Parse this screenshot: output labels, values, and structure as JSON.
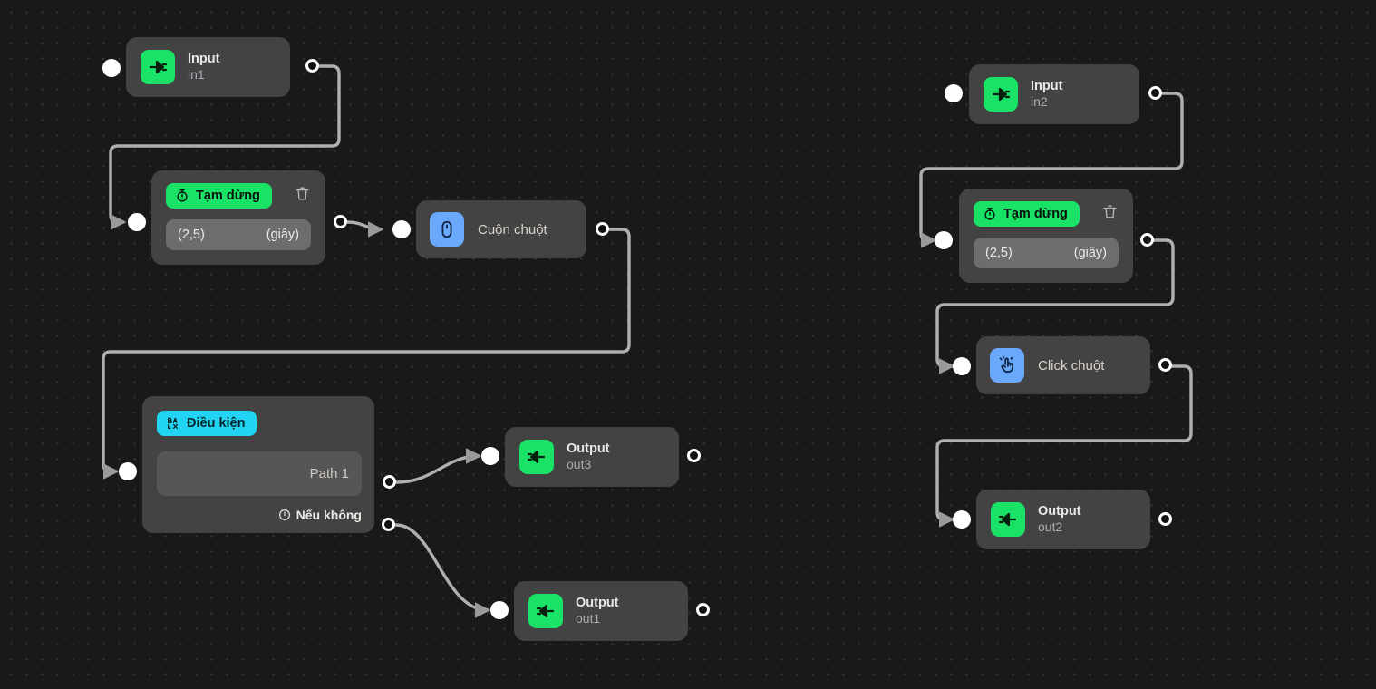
{
  "canvas": {
    "background_color": "#191919",
    "dot_color": "#3a3a3a",
    "edge_color": "#b0b0b0"
  },
  "palette": {
    "node_bg": "#434343",
    "green": "#19e266",
    "cyan": "#21d4f3",
    "blue": "#6aa8fb",
    "field_bg": "#6d6d6d",
    "title": "#e8e8e8",
    "subtitle": "#a9adb3"
  },
  "nodes": {
    "input_in1": {
      "title": "Input",
      "subtitle": "in1",
      "icon": "input-plug-icon"
    },
    "input_in2": {
      "title": "Input",
      "subtitle": "in2",
      "icon": "input-plug-icon"
    },
    "pause_left": {
      "badge_label": "Tạm dừng",
      "badge_icon": "stopwatch-icon",
      "delete_icon": "trash-icon",
      "value": "(2,5)",
      "unit": "(giây)"
    },
    "pause_right": {
      "badge_label": "Tạm dừng",
      "badge_icon": "stopwatch-icon",
      "delete_icon": "trash-icon",
      "value": "(2,5)",
      "unit": "(giây)"
    },
    "scroll_mouse": {
      "label": "Cuộn chuột",
      "icon": "mouse-scroll-icon"
    },
    "click_mouse": {
      "label": "Click chuột",
      "icon": "mouse-click-icon"
    },
    "condition": {
      "badge_label": "Điều kiện",
      "badge_icon": "branch-translate-icon",
      "path_label": "Path 1",
      "else_label": "Nếu không",
      "else_icon": "exclamation-circle-icon"
    },
    "output_out1": {
      "title": "Output",
      "subtitle": "out1",
      "icon": "output-plug-icon"
    },
    "output_out2": {
      "title": "Output",
      "subtitle": "out2",
      "icon": "output-plug-icon"
    },
    "output_out3": {
      "title": "Output",
      "subtitle": "out3",
      "icon": "output-plug-icon"
    }
  }
}
